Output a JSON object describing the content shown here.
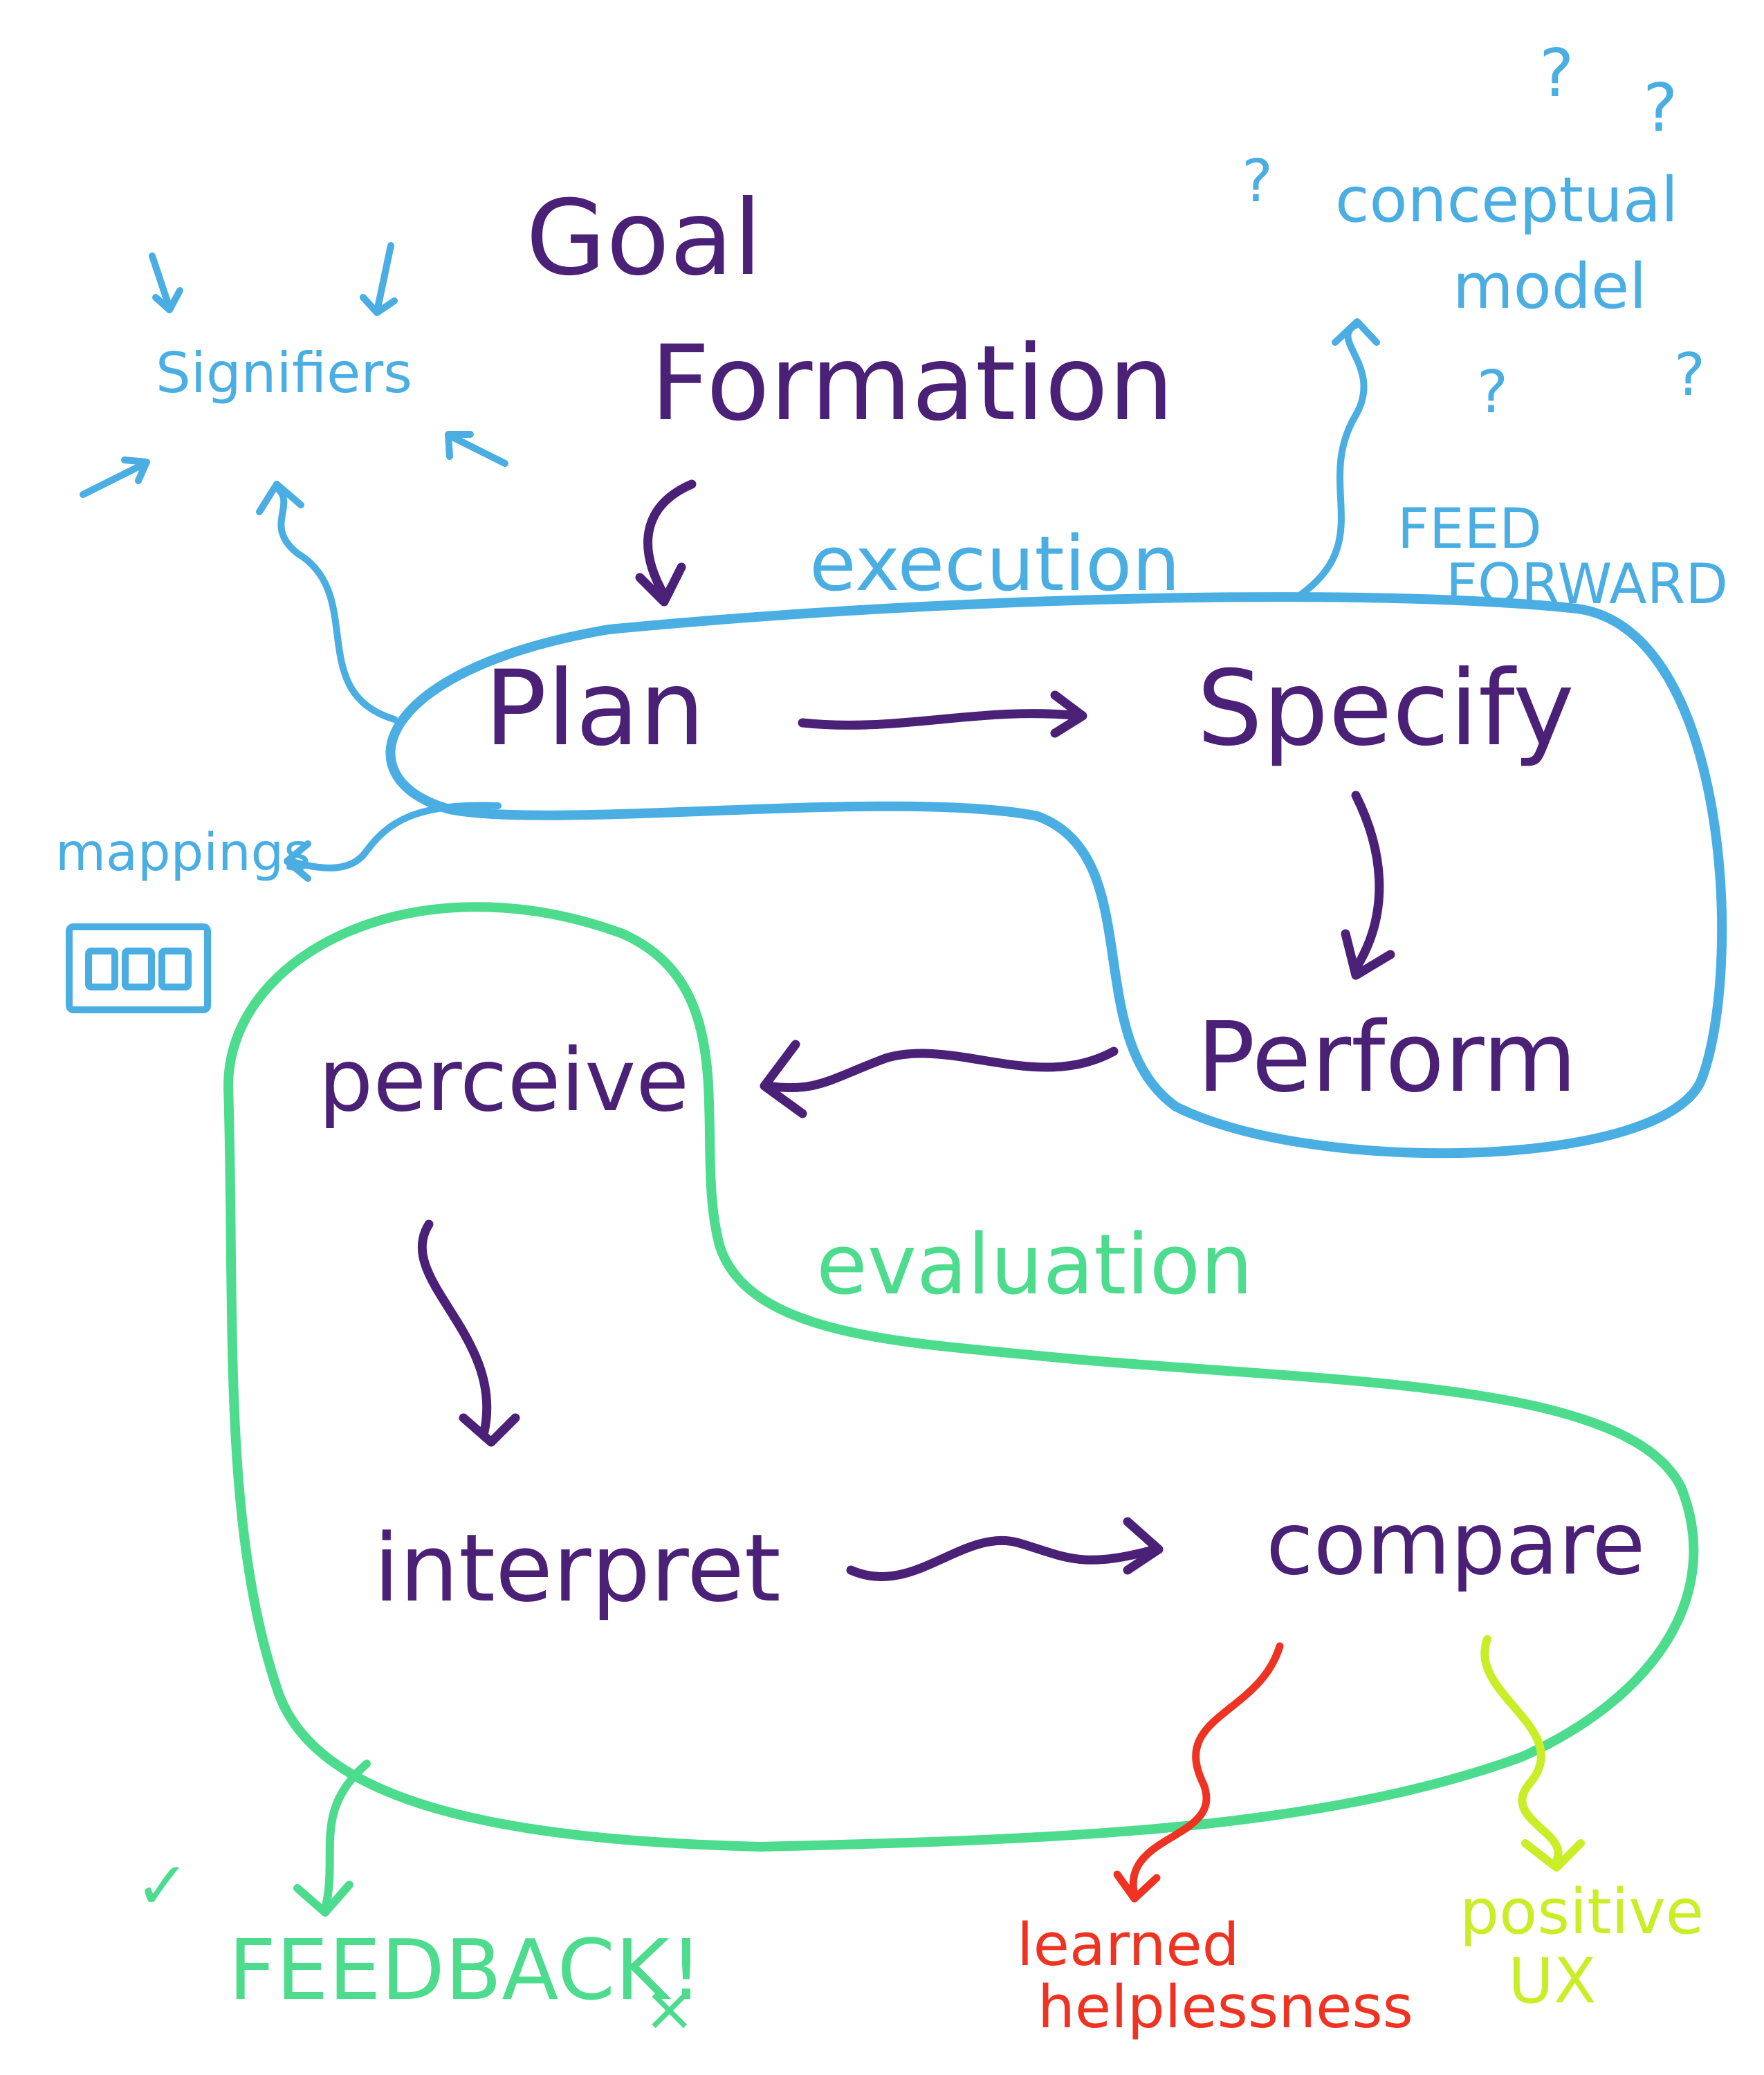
{
  "diagram": {
    "goal": {
      "line1": "Goal",
      "line2": "Formation"
    },
    "execution": {
      "label": "execution",
      "steps": [
        "Plan",
        "Specify",
        "Perform"
      ]
    },
    "evaluation": {
      "label": "evaluation",
      "steps": [
        "perceive",
        "interpret",
        "compare"
      ]
    },
    "annotations": {
      "signifiers": "Signifiers",
      "conceptual_model": {
        "line1": "conceptual",
        "line2": "model"
      },
      "feed_forward": {
        "line1": "FEED",
        "line2": "FORWARD"
      },
      "mappings": "mappings",
      "feedback": "FEEDBACK!",
      "learned_helplessness": {
        "line1": "learned",
        "line2": "helplessness"
      },
      "positive_ux": {
        "line1": "positive",
        "line2": "UX"
      },
      "question_mark": "?",
      "check_mark": "✓",
      "cross_mark": "×"
    },
    "colors": {
      "step_text": "#4b2077",
      "execution_loop": "#4aaee3",
      "evaluation_loop": "#4ddc8e",
      "learned_helplessness": "#ee3322",
      "positive_ux": "#c9ee28"
    }
  }
}
